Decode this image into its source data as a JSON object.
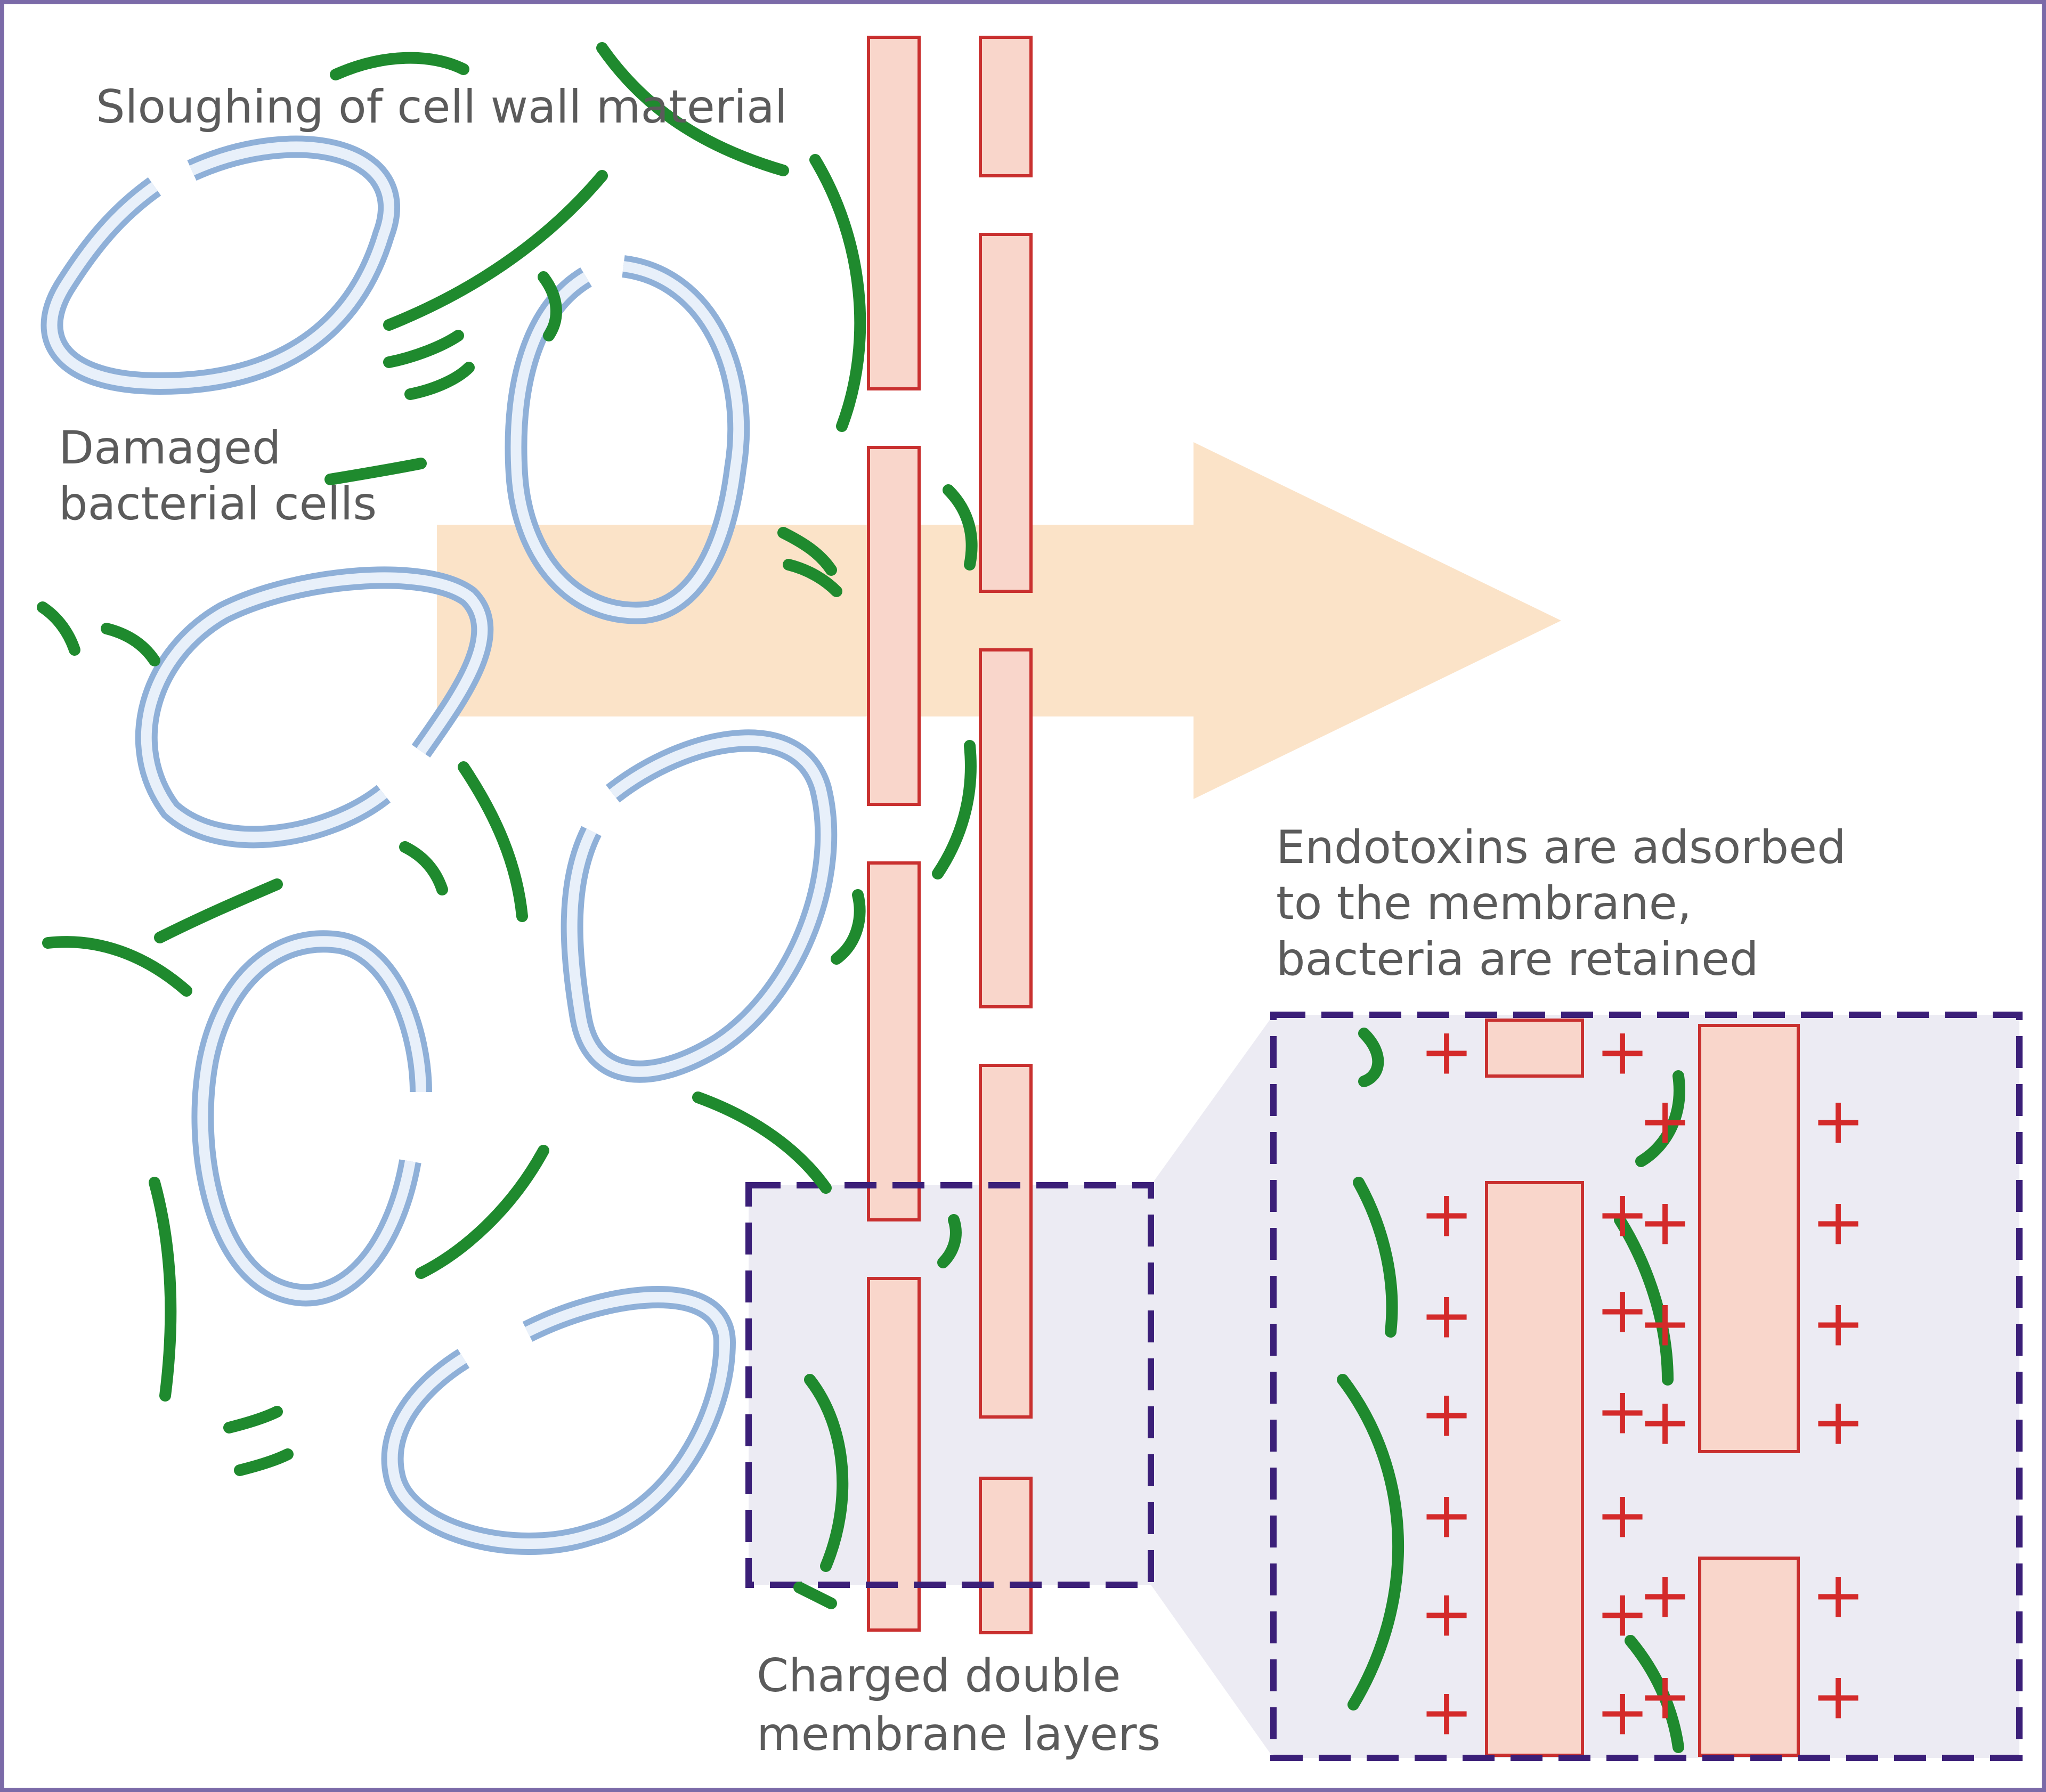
{
  "labels": {
    "sloughing": "Sloughing of cell wall material",
    "damaged_line1": "Damaged",
    "damaged_line2": "bacterial cells",
    "endotoxin_line1": "Endotoxins are adsorbed",
    "endotoxin_line2": "to the membrane,",
    "endotoxin_line3": "bacteria are retained",
    "membrane_line1": "Charged double",
    "membrane_line2": "membrane layers"
  },
  "symbols": {
    "plus": "+"
  },
  "colors": {
    "frame": "#7b6aa8",
    "cell_outline": "#8fb0d8",
    "cell_fill": "#e8f0fa",
    "fragment": "#1f8a2e",
    "membrane_fill": "#f9d6cb",
    "membrane_stroke": "#c9302f",
    "arrow": "#fbe3c8",
    "zoom_bg": "#ecebf3",
    "zoom_border": "#3b1f78",
    "charge": "#d42a2a",
    "text": "#5b5b5b"
  },
  "icons": [
    "bacterial-cell-icon",
    "cell-wall-fragment-icon",
    "flow-arrow-icon",
    "positive-charge-icon"
  ]
}
